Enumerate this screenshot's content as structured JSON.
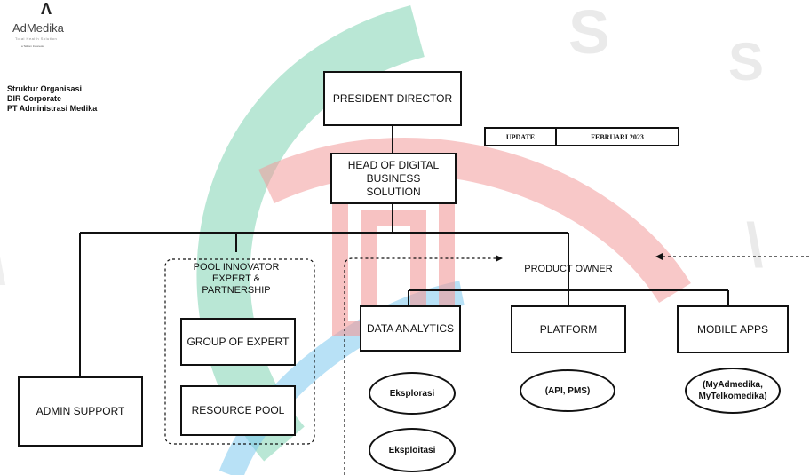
{
  "logo": {
    "name": "AdMedika",
    "mark": "Λ",
    "tagline": "Total Health Solution",
    "subtag": "a Telkom Indonesia"
  },
  "title_lines": [
    "Struktur Organisasi",
    "DIR Corporate",
    "PT Administrasi Medika"
  ],
  "update": {
    "label": "UPDATE",
    "value": "FEBRUARI 2023"
  },
  "nodes": {
    "president": "PRESIDENT DIRECTOR",
    "head": "HEAD OF DIGITAL BUSINESS SOLUTION",
    "pool_title": "POOL INNOVATOR EXPERT & PARTNERSHIP",
    "group_expert": "GROUP OF EXPERT",
    "resource_pool": "RESOURCE POOL",
    "admin_support": "ADMIN SUPPORT",
    "product_owner": "PRODUCT OWNER",
    "data_analytics": "DATA ANALYTICS",
    "platform": "PLATFORM",
    "mobile_apps": "MOBILE APPS",
    "eksplorasi": "Eksplorasi",
    "eksploitasi": "Eksploitasi",
    "api_pms": "(API, PMS)",
    "myadmedika": "(MyAdmedika, MyTelkomedika)"
  },
  "colors": {
    "watermark_green": "#7fd3b3",
    "watermark_red": "#f29a9a",
    "watermark_blue": "#7ec8ee",
    "line": "#111111"
  }
}
